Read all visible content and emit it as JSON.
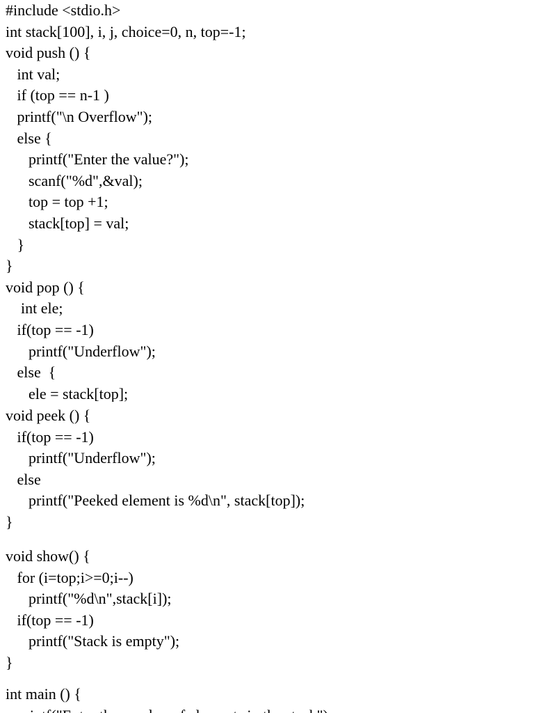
{
  "code": {
    "block_top": [
      "#include <stdio.h>",
      "int stack[100], i, j, choice=0, n, top=-1;",
      "void push () {",
      "   int val;",
      "   if (top == n-1 )",
      "   printf(\"\\n Overflow\");",
      "   else {",
      "      printf(\"Enter the value?\");",
      "      scanf(\"%d\",&val);",
      "      top = top +1;",
      "      stack[top] = val;",
      "   }",
      "}",
      "void pop () {",
      "    int ele;",
      "   if(top == -1)",
      "      printf(\"Underflow\");",
      "   else  {",
      "      ele = stack[top];"
    ],
    "block_peek": [
      "void peek () {",
      "   if(top == -1)",
      "      printf(\"Underflow\");",
      "   else",
      "      printf(\"Peeked element is %d\\n\", stack[top]);",
      "}"
    ],
    "block_show": [
      "void show() {",
      "   for (i=top;i>=0;i--)",
      "      printf(\"%d\\n\",stack[i]);",
      "   if(top == -1)",
      "      printf(\"Stack is empty\");",
      "}"
    ],
    "block_main": [
      "int main () {",
      "   printf(\"Enter the number of elements in the stack\");"
    ]
  }
}
